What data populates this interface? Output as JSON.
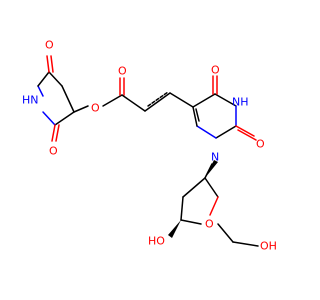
{
  "atoms": {
    "succinimide_o_top": "O",
    "succinimide_nh": "HN",
    "succinimide_o_bottom": "O",
    "ester_o": "O",
    "carbonyl_o": "O",
    "uracil_o_top": "O",
    "uracil_nh": "NH",
    "uracil_n1": "N",
    "uracil_o_right": "O",
    "sugar_ring_o": "O",
    "sugar_ho": "HO",
    "sugar_oh": "OH"
  },
  "colors": {
    "carbon_bond": "#000000",
    "oxygen": "#ff0000",
    "nitrogen": "#0000ff",
    "background": "#ffffff"
  }
}
